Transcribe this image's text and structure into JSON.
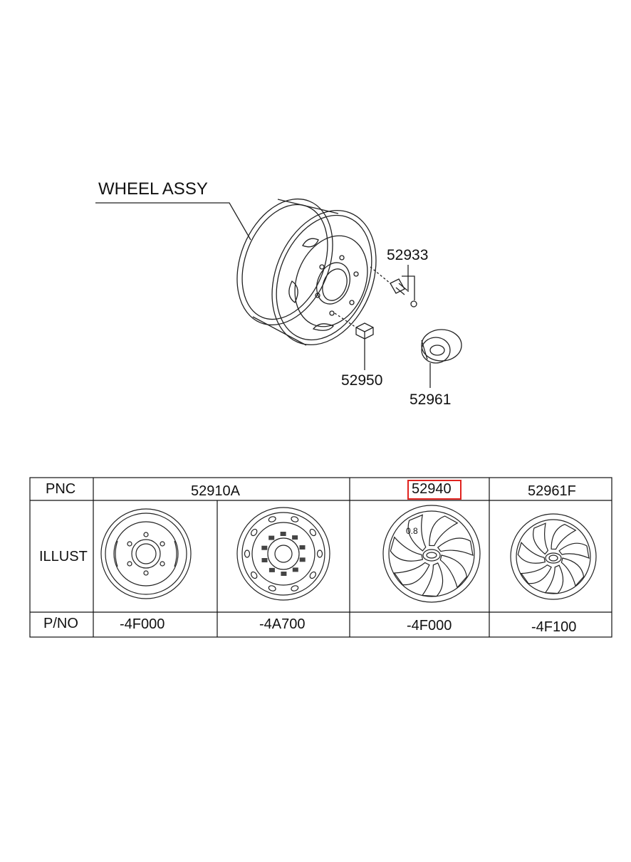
{
  "callouts": {
    "wheel_assy": "WHEEL ASSY",
    "valve": "52933",
    "nut": "52950",
    "cap": "52961"
  },
  "table": {
    "row_labels": {
      "pnc": "PNC",
      "illust": "ILLUST",
      "pno": "P/NO"
    },
    "pnc": [
      "52910A",
      "52940",
      "52961F"
    ],
    "pno": [
      "-4F000",
      "-4A700",
      "-4F000",
      "-4F100"
    ],
    "highlighted_pnc": "52940"
  },
  "highlight_color": "#e0231f",
  "icons": [
    "steel-wheel-6hole",
    "steel-wheel-slotted",
    "wheel-cover-0-8",
    "wheel-cover-small"
  ],
  "cover_mark": "0.8"
}
